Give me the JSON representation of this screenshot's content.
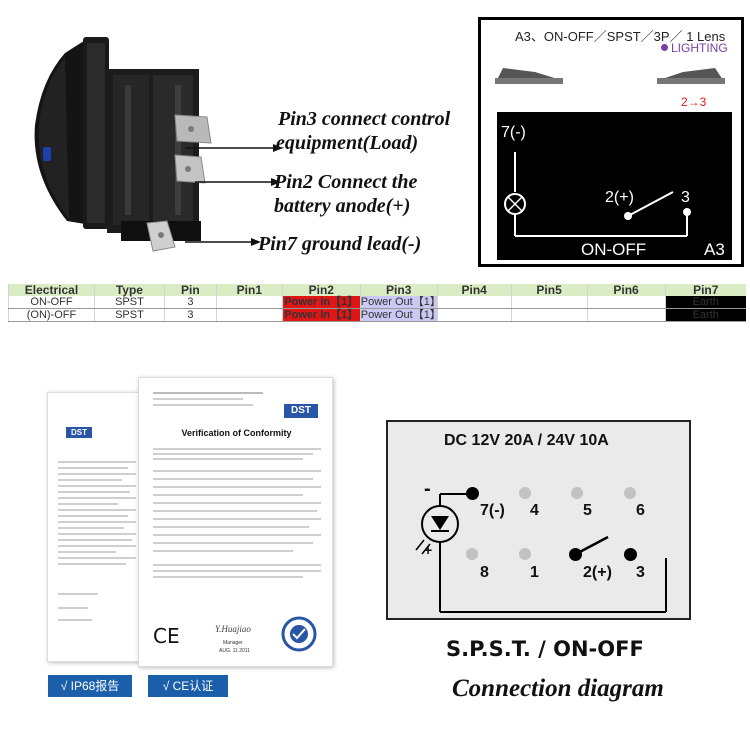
{
  "pin_labels": {
    "pin3": "Pin3 connect control",
    "pin3_line2": "equipment(Load)",
    "pin2": "Pin2 Connect the",
    "pin2_line2": "battery anode(+)",
    "pin7": "Pin7 ground lead(-)"
  },
  "a3_panel": {
    "title": "A3、ON-OFF／SPST／3P／ 1 Lens",
    "lighting": "LIGHTING",
    "state_arrow": "2→3",
    "pin7_label": "7(-)",
    "pin2_label": "2(+)",
    "pin3_label": "3",
    "mode_label": "ON-OFF",
    "model_label": "A3",
    "colors": {
      "lighting": "#7a3fa8",
      "arrow": "#e01a1a"
    }
  },
  "table": {
    "headers": [
      "Electrical",
      "Type",
      "Pin",
      "Pin1",
      "Pin2",
      "Pin3",
      "Pin4",
      "Pin5",
      "Pin6",
      "Pin7"
    ],
    "rows": [
      {
        "electrical": "ON-OFF",
        "type": "SPST",
        "pin": "3",
        "pin1": "",
        "pin2": "Power In【1】",
        "pin3": "Power Out【1】",
        "pin4": "",
        "pin5": "",
        "pin6": "",
        "pin7": "Earth"
      },
      {
        "electrical": "(ON)-OFF",
        "type": "SPST",
        "pin": "3",
        "pin1": "",
        "pin2": "Power In【1】",
        "pin3": "Power Out【1】",
        "pin4": "",
        "pin5": "",
        "pin6": "",
        "pin7": "Earth"
      }
    ],
    "colors": {
      "header_bg": "#d9ecc4",
      "pin2_bg": "#e01616",
      "pin3_bg": "#c9c9f4",
      "pin7_bg": "#000000"
    }
  },
  "certificates": {
    "back_logo": "DST",
    "front_logo": "DST",
    "front_title": "Verification of Conformity",
    "ce_mark": "CE",
    "signature": "Y.Huajiao",
    "signer_title": "Manager",
    "sign_date": "AUG. 11.2011",
    "button_ip68": "√ IP68报告",
    "button_ce": "√ CE认证"
  },
  "connection": {
    "rating": "DC  12V  20A  /  24V  10A",
    "top_pins": [
      "7(-)",
      "4",
      "5",
      "6"
    ],
    "bottom_pins": [
      "8",
      "1",
      "2(+)",
      "3"
    ],
    "minus_sign": "-",
    "plus_sign": "+",
    "spst_label": "S.P.S.T. / ON-OFF",
    "caption": "Connection diagram"
  }
}
